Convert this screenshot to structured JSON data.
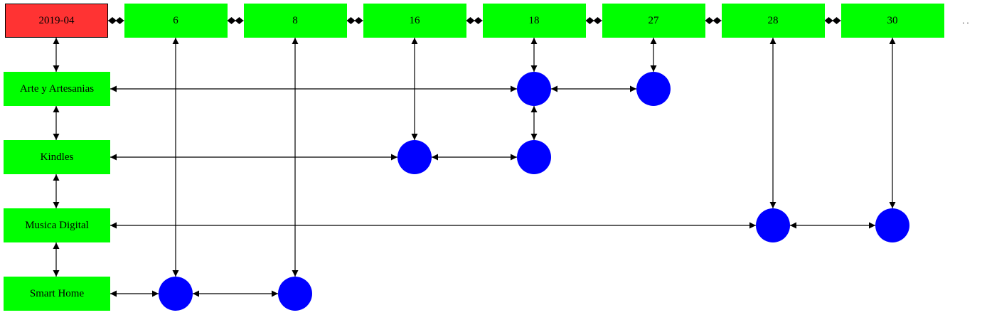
{
  "colors": {
    "root_fill": "#ff3333",
    "header_fill": "#00ff00",
    "node_fill": "#0000ff",
    "edge": "#000000"
  },
  "root": {
    "label": "2019-04"
  },
  "days": [
    "6",
    "8",
    "16",
    "18",
    "27",
    "28",
    "30"
  ],
  "categories": [
    "Arte y Artesanias",
    "Kindles",
    "Musica Digital",
    "Smart Home"
  ],
  "marks": [
    {
      "category": "Arte y Artesanias",
      "days": [
        "18",
        "27"
      ]
    },
    {
      "category": "Kindles",
      "days": [
        "16",
        "18"
      ]
    },
    {
      "category": "Musica Digital",
      "days": [
        "28",
        "30"
      ]
    },
    {
      "category": "Smart Home",
      "days": [
        "6",
        "8"
      ]
    }
  ],
  "trailing_dots": ". ."
}
